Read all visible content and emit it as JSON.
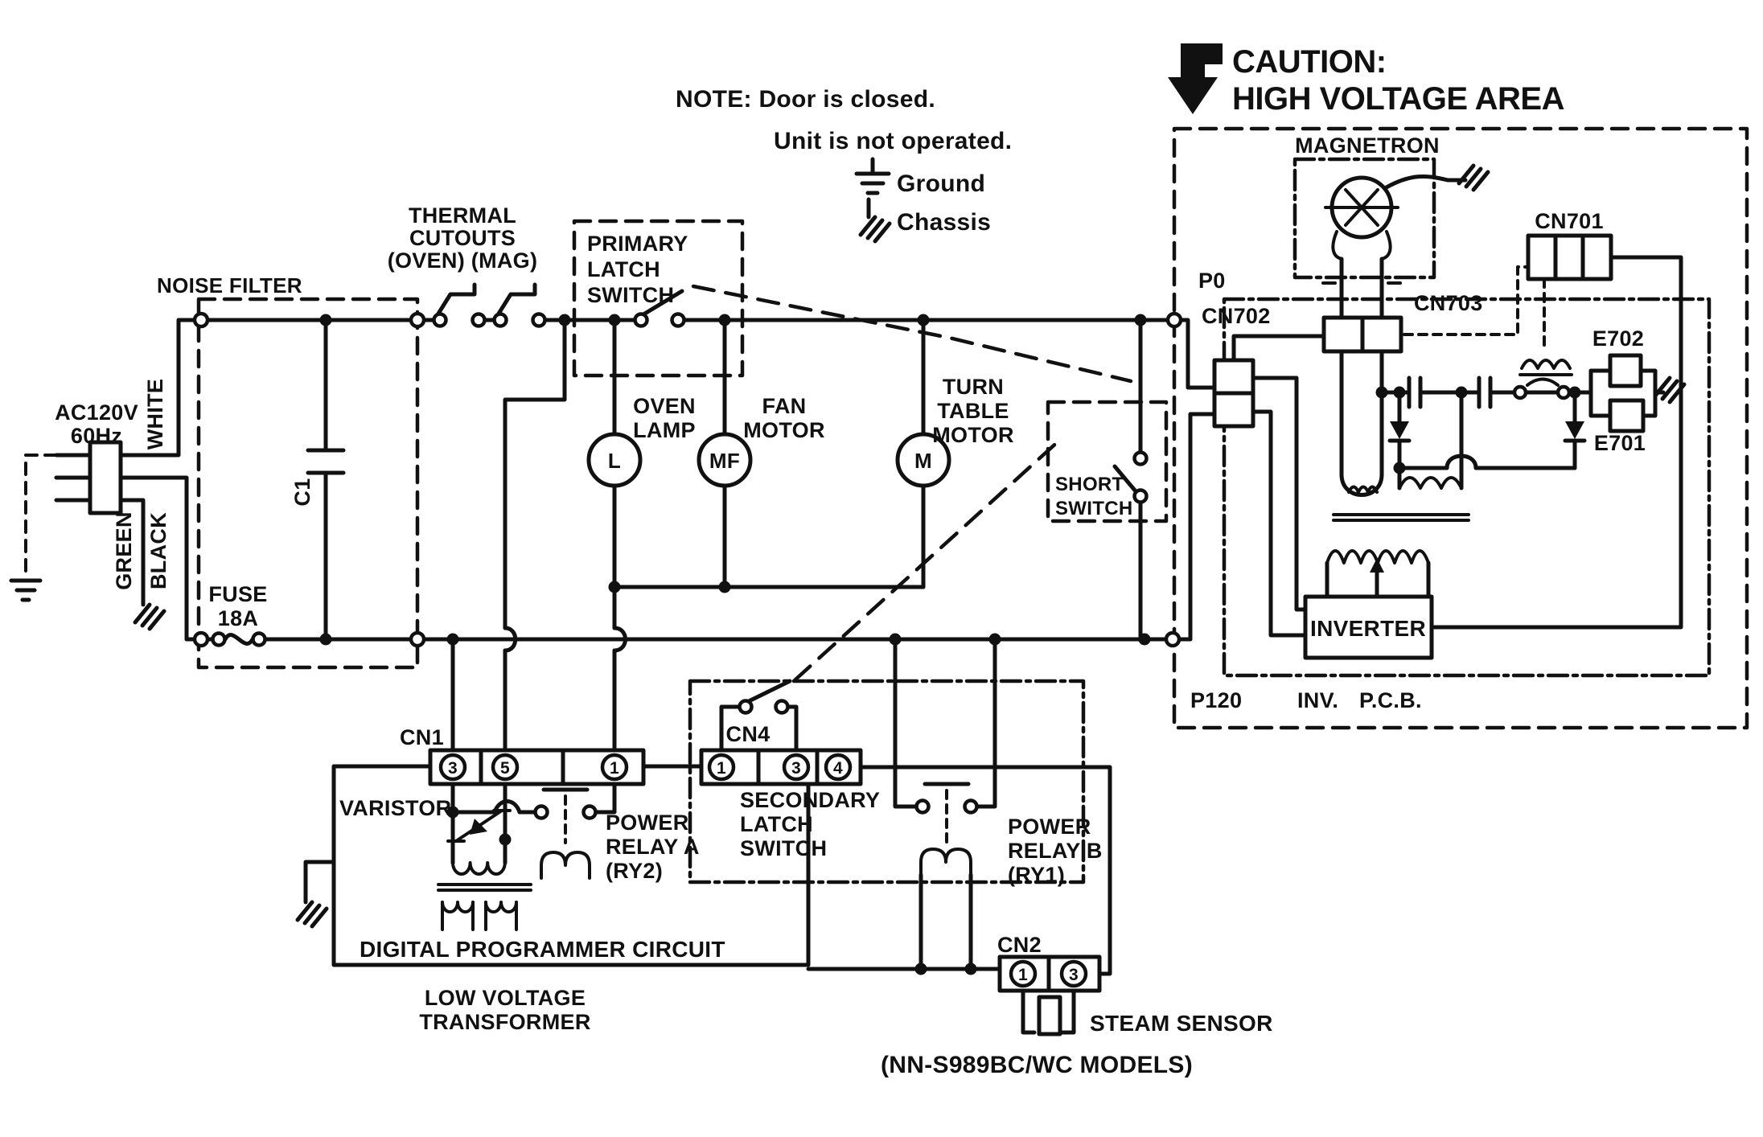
{
  "colors": {
    "ink": "#111111",
    "paper": "#ffffff"
  },
  "note": {
    "line1": "NOTE: Door is closed.",
    "line2": "Unit is not operated."
  },
  "legend": {
    "ground": "Ground",
    "chassis": "Chassis"
  },
  "caution": {
    "line1": "CAUTION:",
    "line2": "HIGH VOLTAGE AREA"
  },
  "supply": {
    "voltage": "AC120V",
    "frequency": "60Hz",
    "white": "WHITE",
    "green": "GREEN",
    "black": "BLACK"
  },
  "noise_filter": {
    "label": "NOISE FILTER",
    "fuse_line1": "FUSE",
    "fuse_line2": "18A",
    "capacitor": "C1"
  },
  "thermal_cutouts": {
    "line1": "THERMAL",
    "line2": "CUTOUTS",
    "line3": "(OVEN) (MAG)"
  },
  "primary_latch": {
    "line1": "PRIMARY",
    "line2": "LATCH",
    "line3": "SWITCH"
  },
  "oven_lamp": {
    "line1": "OVEN",
    "line2": "LAMP",
    "symbol": "L"
  },
  "fan_motor": {
    "line1": "FAN",
    "line2": "MOTOR",
    "symbol": "MF"
  },
  "turntable_motor": {
    "line1": "TURN",
    "line2": "TABLE",
    "line3": "MOTOR",
    "symbol": "M"
  },
  "short_switch": {
    "line1": "SHORT",
    "line2": "SWITCH"
  },
  "hv": {
    "p0": "P0",
    "cn702": "CN702",
    "magnetron": "MAGNETRON",
    "cn703": "CN703",
    "cn701": "CN701",
    "e702": "E702",
    "e701": "E701",
    "inverter": "INVERTER",
    "p120": "P120",
    "inv": "INV.",
    "pcb": "P.C.B."
  },
  "cn1": {
    "label": "CN1",
    "pin1": "3",
    "pin2": "5",
    "pin3": "1"
  },
  "cn4": {
    "label": "CN4",
    "pin1": "1",
    "pin2": "3",
    "pin3": "4"
  },
  "cn2": {
    "label": "CN2",
    "pin1": "1",
    "pin2": "3"
  },
  "varistor": "VARISTOR",
  "relay_a": {
    "line1": "POWER",
    "line2": "RELAY A",
    "line3": "(RY2)"
  },
  "relay_b": {
    "line1": "POWER",
    "line2": "RELAY B",
    "line3": "(RY1)"
  },
  "secondary_latch": {
    "line1": "SECONDARY",
    "line2": "LATCH",
    "line3": "SWITCH"
  },
  "dpc": {
    "label": "DIGITAL PROGRAMMER CIRCUIT"
  },
  "lv_transformer": {
    "line1": "LOW VOLTAGE",
    "line2": "TRANSFORMER"
  },
  "steam_sensor": {
    "label": "STEAM SENSOR",
    "models": "(NN-S989BC/WC MODELS)"
  }
}
